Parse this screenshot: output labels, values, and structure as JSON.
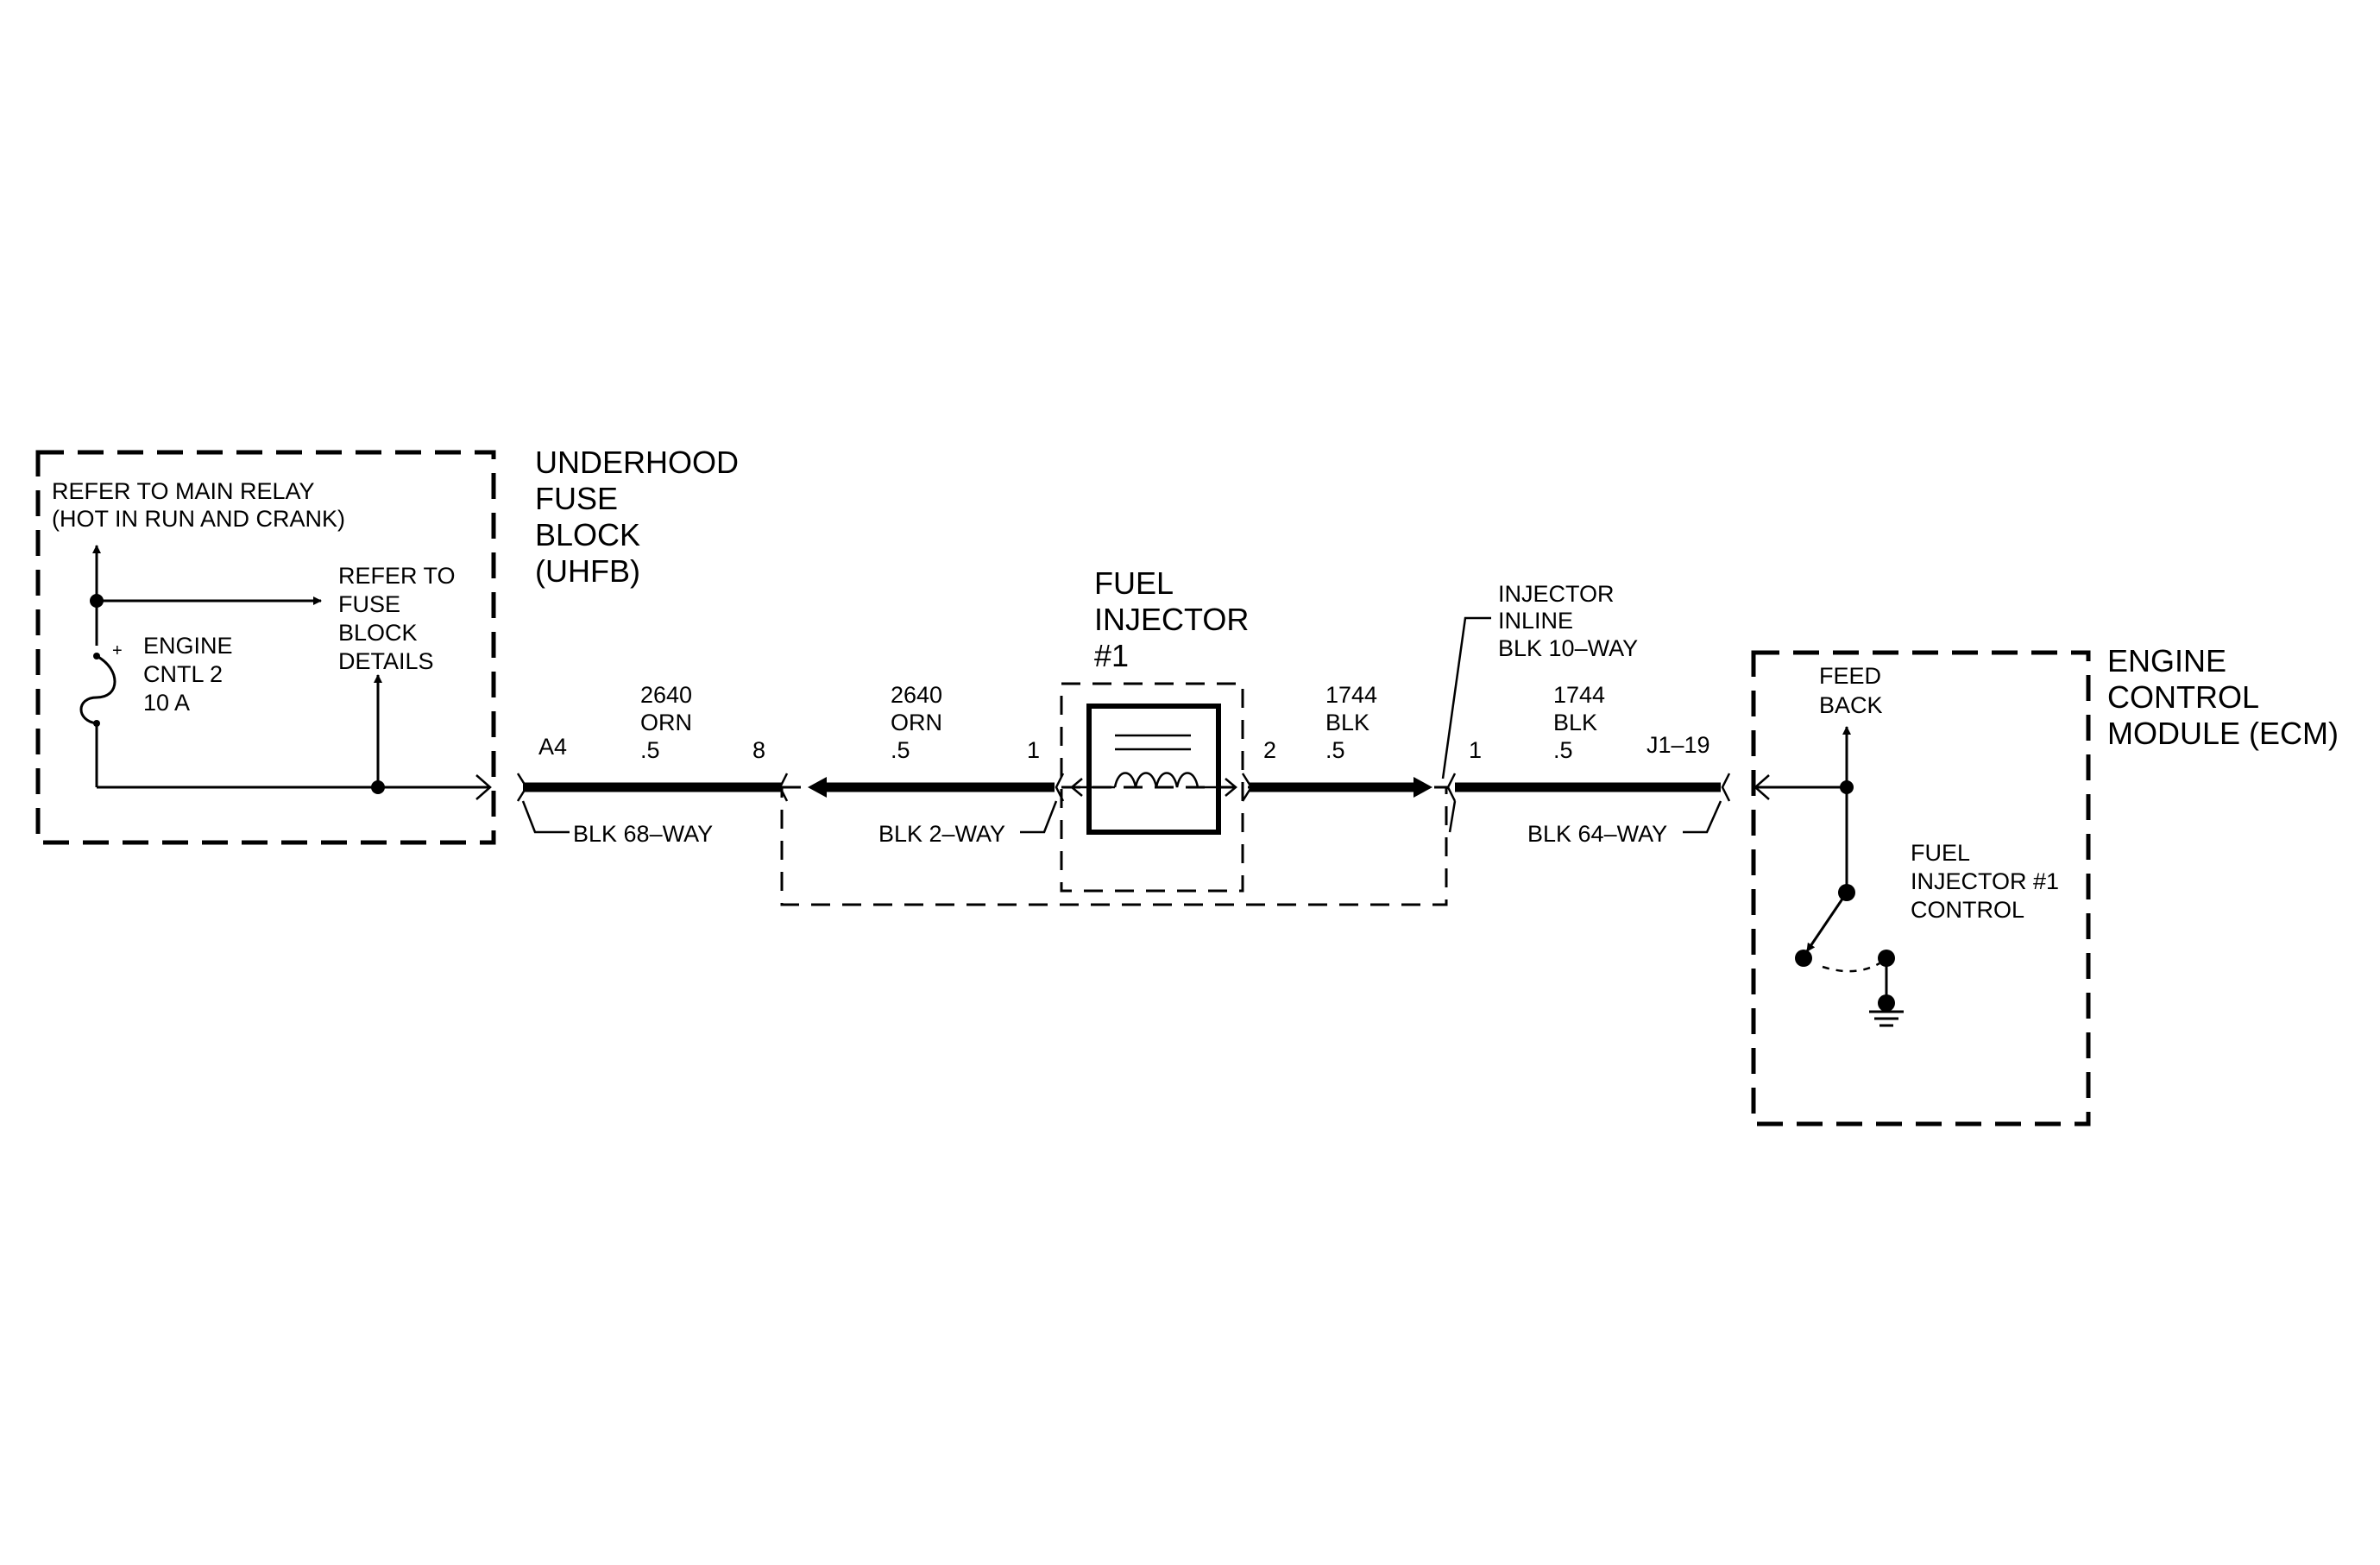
{
  "uhfb": {
    "title": [
      "UNDERHOOD",
      "FUSE",
      "BLOCK",
      "(UHFB)"
    ],
    "refer_main_relay": [
      "REFER TO MAIN RELAY",
      "(HOT IN RUN AND CRANK)"
    ],
    "refer_fuse_block": [
      "REFER TO",
      "FUSE",
      "BLOCK",
      "DETAILS"
    ],
    "fuse_polarity": "+",
    "fuse_label": [
      "ENGINE",
      "CNTL 2",
      "10 A"
    ]
  },
  "conn_68way": {
    "pin_left": "A4",
    "pin_right": "8",
    "label": "BLK 68–WAY"
  },
  "wire_1": {
    "circuit": "2640",
    "color": "ORN",
    "gauge": ".5"
  },
  "wire_2": {
    "circuit": "2640",
    "color": "ORN",
    "gauge": ".5"
  },
  "conn_2way": {
    "pin": "1",
    "label": "BLK 2–WAY"
  },
  "injector": {
    "title": [
      "FUEL",
      "INJECTOR",
      "#1"
    ],
    "pin_out": "2"
  },
  "wire_3": {
    "circuit": "1744",
    "color": "BLK",
    "gauge": ".5"
  },
  "inline_conn": {
    "label": [
      "INJECTOR",
      "INLINE",
      "BLK 10–WAY"
    ],
    "pin": "1"
  },
  "wire_4": {
    "circuit": "1744",
    "color": "BLK",
    "gauge": ".5"
  },
  "conn_64way": {
    "pin": "J1–19",
    "label": "BLK 64–WAY"
  },
  "ecm": {
    "title": [
      "ENGINE",
      "CONTROL",
      "MODULE (ECM)"
    ],
    "feed_back": [
      "FEED",
      "BACK"
    ],
    "control_label": [
      "FUEL",
      "INJECTOR #1",
      "CONTROL"
    ]
  }
}
